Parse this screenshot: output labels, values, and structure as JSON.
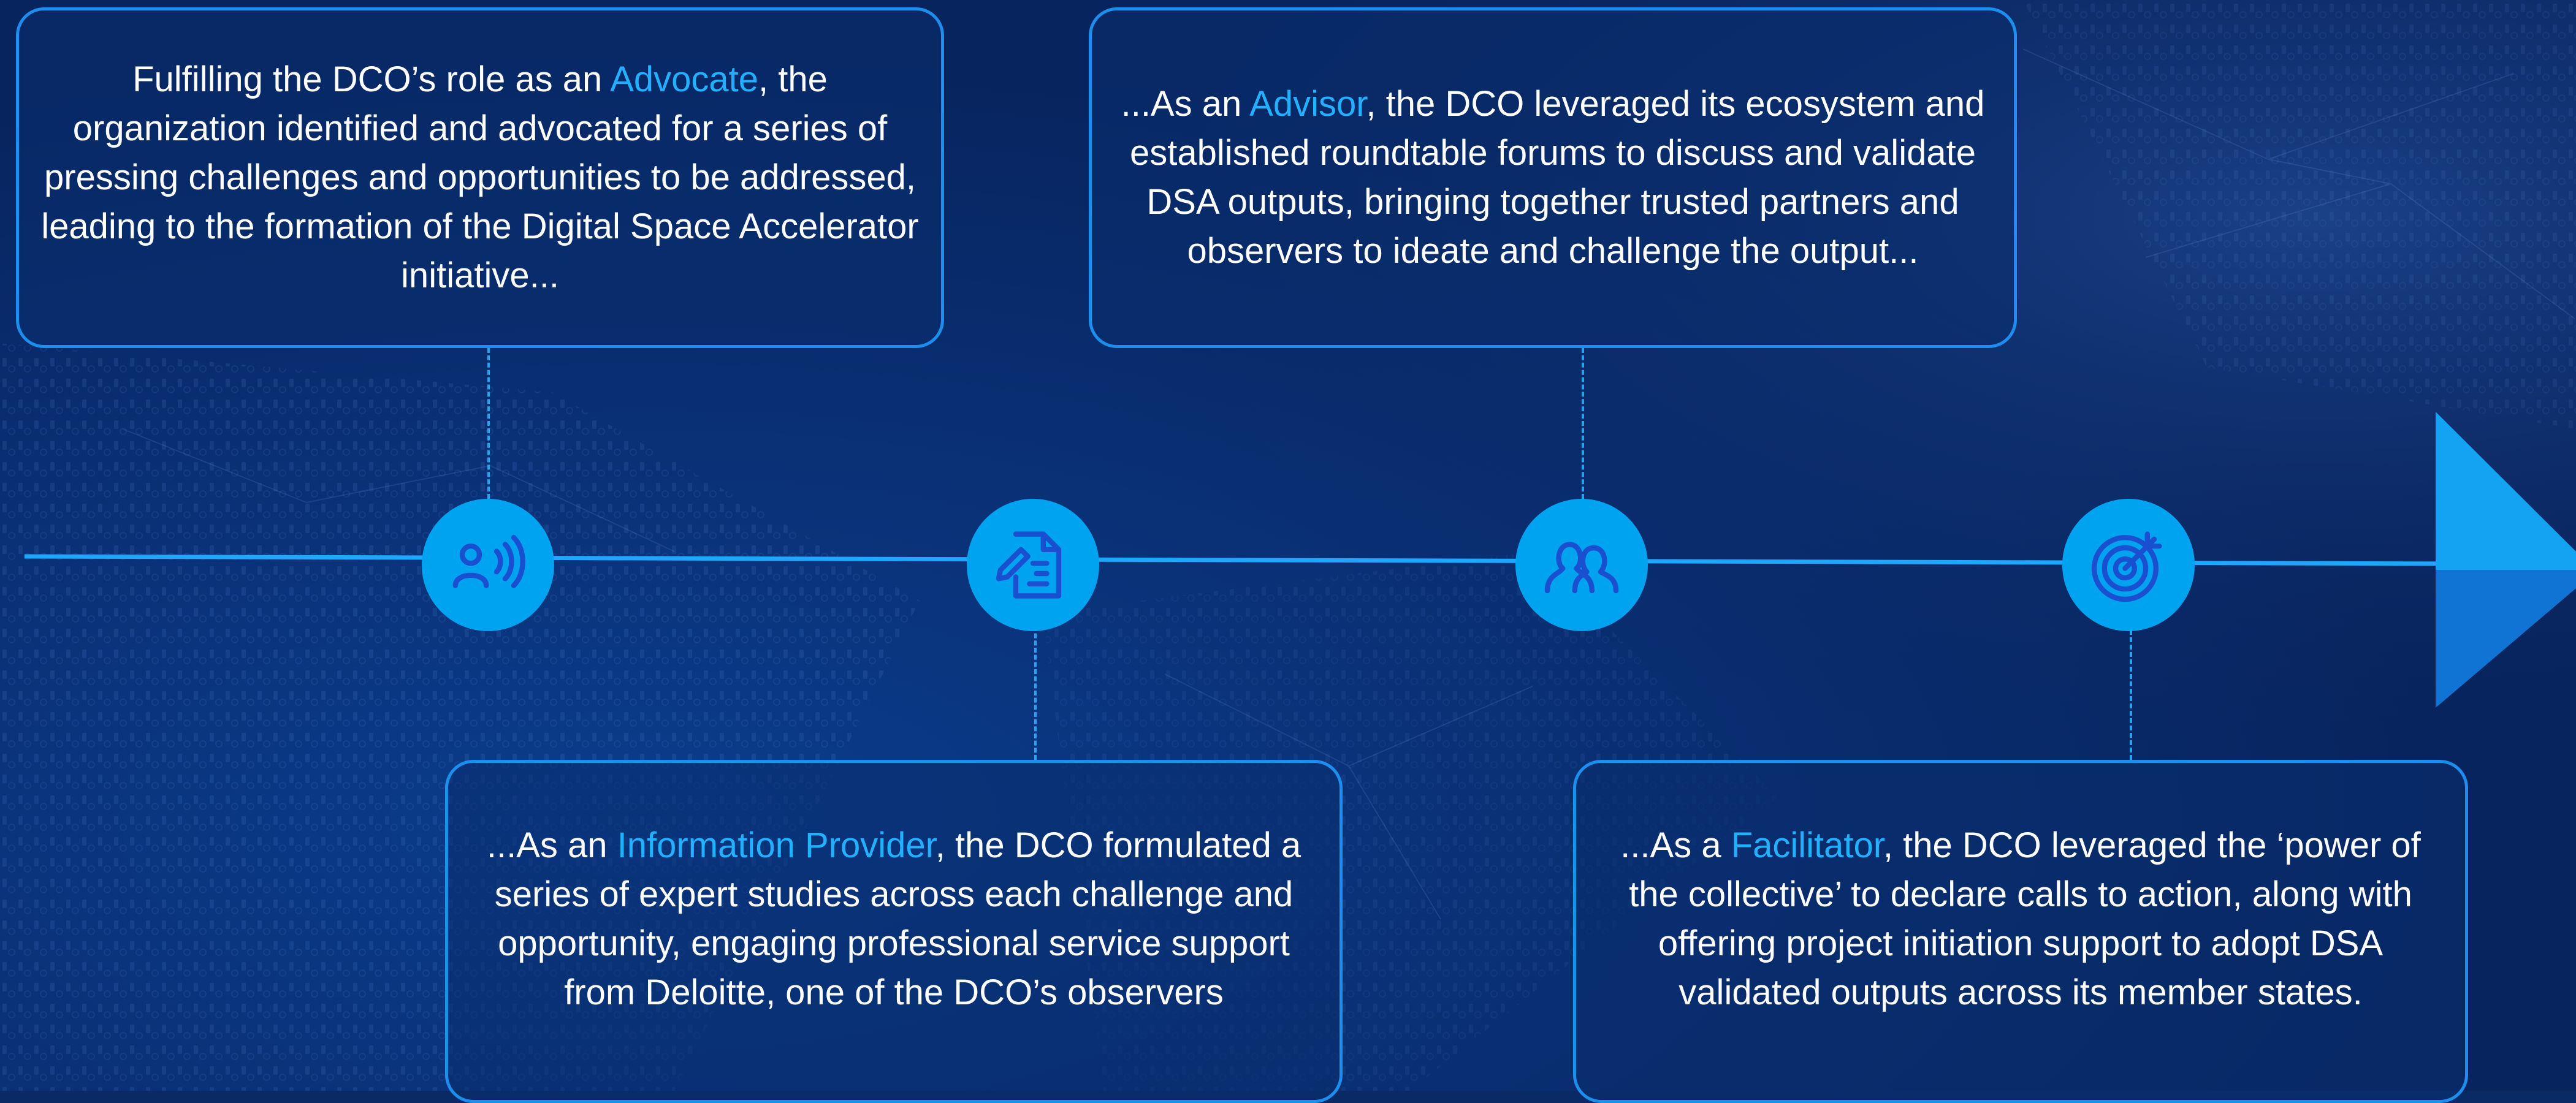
{
  "colors": {
    "background": "#0a2a66",
    "box_border": "#1c8fee",
    "highlight": "#22b0ff",
    "node": "#00a3f0",
    "icon": "#1a4fd0",
    "timeline": "#1fa6ff",
    "arrow_top": "#14a3f2",
    "arrow_bottom": "#0f74d4"
  },
  "stages": {
    "advocate": {
      "icon": "speaking-person-icon",
      "pre": "Fulfilling the DCO’s role as an ",
      "role": "Advocate",
      "post": ", the organization identified and advocated for a series of pressing challenges and opportunities to be addressed, leading to the formation of the Digital Space Accelerator initiative..."
    },
    "information_provider": {
      "icon": "document-edit-icon",
      "pre": "...As an ",
      "role": "Information Provider",
      "post": ", the DCO formulated a series of expert studies across each challenge and opportunity, engaging professional service support from Deloitte, one of the DCO’s observers"
    },
    "advisor": {
      "icon": "two-people-icon",
      "pre": "...As an ",
      "role": "Advisor",
      "post": ", the DCO leveraged its ecosystem and established roundtable forums to discuss and validate DSA outputs, bringing together trusted partners and observers to ideate and challenge the output..."
    },
    "facilitator": {
      "icon": "target-icon",
      "pre": "...As a ",
      "role": "Facilitator",
      "post": ", the DCO leveraged the ‘power of the collective’ to declare calls to action, along with offering project initiation support to adopt DSA validated outputs across its member states."
    }
  }
}
